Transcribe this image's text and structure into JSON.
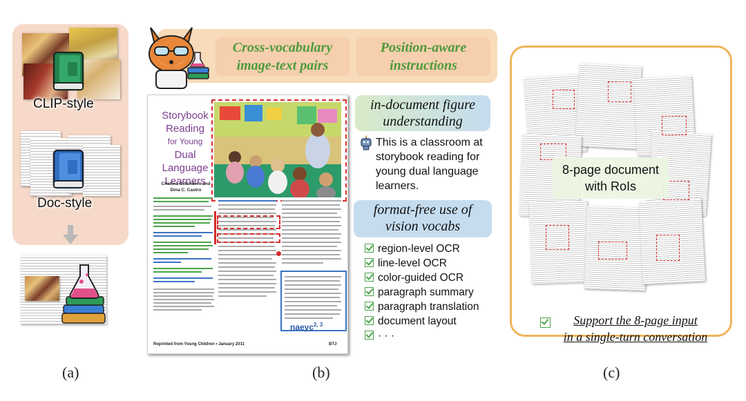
{
  "panel_a": {
    "clip_label": "CLIP-style",
    "doc_label": "Doc-style",
    "caption": "(a)"
  },
  "panel_b": {
    "banner_left": "Cross-vocabulary image-text pairs",
    "banner_right": "Position-aware instructions",
    "document": {
      "title_lines": [
        "Storybook",
        "Reading",
        "for Young",
        "Dual Language",
        "Learners"
      ],
      "authors": "Cristina Gillanders and Dina C. Castro",
      "footer_left": "Reprinted from Young Children • January 2011",
      "footer_brand": "naeyc",
      "footer_brand_suffix": "2, 3",
      "footer_right": "BTJ"
    },
    "figure_header": "in-document figure understanding",
    "figure_answer": "This is a classroom at storybook reading for young dual language learners.",
    "vocab_header": "format-free use of vision vocabs",
    "tasks": [
      "region-level OCR",
      "line-level OCR",
      "color-guided OCR",
      "paragraph summary",
      "paragraph translation",
      "document layout",
      "· · ·"
    ],
    "caption": "(b)"
  },
  "panel_c": {
    "doc_label_line1": "8-page document",
    "doc_label_line2": "with RoIs",
    "footnote_line1": "Support the 8-page input",
    "footnote_line2": "in a single-turn conversation",
    "caption": "(c)"
  },
  "colors": {
    "panel_a_bg": "#f6d9c8",
    "banner_bg": "#f8dbb9",
    "banner_text": "#4f9a3b",
    "header_blue": "#c5dcef",
    "header_green": "#d7ebc8",
    "roi_red": "#d62b2b",
    "panel_c_border": "#f0b45a",
    "check_green": "#4aa34a",
    "title_purple": "#7a3e8e"
  },
  "icons": [
    "green-book-icon",
    "blue-book-icon",
    "potion-books-icon",
    "fox-scientist-icon",
    "robot-icon",
    "checkbox-icon"
  ]
}
